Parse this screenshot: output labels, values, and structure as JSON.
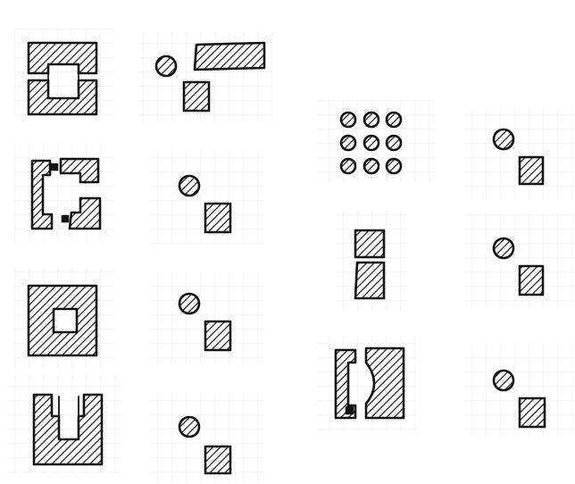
{
  "colors": {
    "paper": "#ffffff",
    "grid": "#e2e2e2",
    "ink": "#111111",
    "hatch": "#1a1a1a"
  },
  "figures": [
    {
      "name": "figure-split-frame",
      "icon": "split-frame-icon"
    },
    {
      "name": "figure-circle-bar-square",
      "icon": "circle-bar-square-icon"
    },
    {
      "name": "figure-bracket-blocks",
      "icon": "bracket-blocks-icon"
    },
    {
      "name": "figure-circle-square-1",
      "icon": "circle-square-icon"
    },
    {
      "name": "figure-square-hole",
      "icon": "square-with-hole-icon"
    },
    {
      "name": "figure-circle-square-2",
      "icon": "circle-square-icon"
    },
    {
      "name": "figure-u-block",
      "icon": "u-block-icon"
    },
    {
      "name": "figure-circle-square-3",
      "icon": "circle-square-icon"
    },
    {
      "name": "figure-dot-grid",
      "icon": "dot-grid-icon"
    },
    {
      "name": "figure-circle-square-4",
      "icon": "circle-square-icon"
    },
    {
      "name": "figure-stacked-squares",
      "icon": "stacked-squares-icon"
    },
    {
      "name": "figure-circle-square-5",
      "icon": "circle-square-icon"
    },
    {
      "name": "figure-bracket-pair",
      "icon": "bracket-pair-icon"
    },
    {
      "name": "figure-circle-square-6",
      "icon": "circle-square-icon"
    }
  ]
}
